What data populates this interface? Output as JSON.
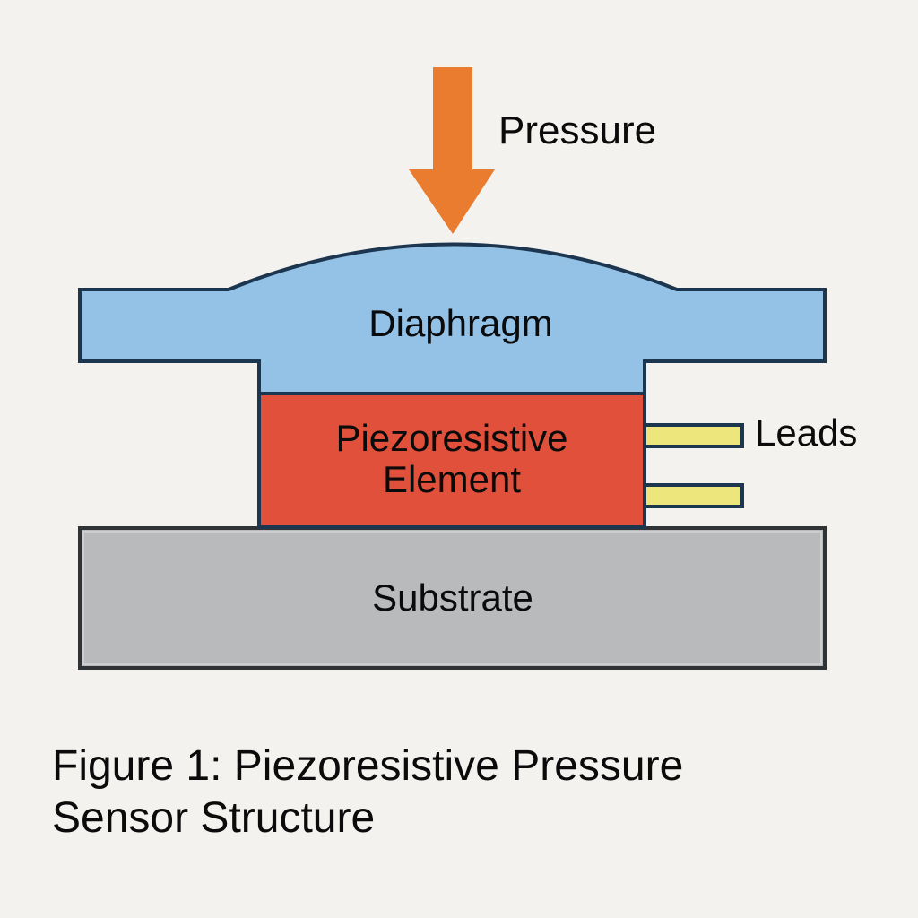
{
  "figure": {
    "caption_line1": "Figure 1: Piezoresistive Pressure",
    "caption_line2": "Sensor Structure",
    "caption_full": "Figure 1: Piezoresistive Pressure Sensor Structure"
  },
  "labels": {
    "pressure": "Pressure",
    "diaphragm": "Diaphragm",
    "piezo_line1": "Piezoresistive",
    "piezo_line2": "Element",
    "leads": "Leads",
    "substrate": "Substrate"
  },
  "components": [
    {
      "id": "pressure-arrow",
      "name": "Pressure",
      "icon": "arrow-down-icon",
      "color": "#e97c2e"
    },
    {
      "id": "diaphragm",
      "name": "Diaphragm",
      "color": "#94c2e6"
    },
    {
      "id": "piezoresistive-element",
      "name": "Piezoresistive Element",
      "color": "#e1503a"
    },
    {
      "id": "leads",
      "name": "Leads",
      "count": 2,
      "color": "#ece67c"
    },
    {
      "id": "substrate",
      "name": "Substrate",
      "color": "#b9babc"
    }
  ],
  "colors": {
    "background": "#f3f2ef",
    "outline": "#1c3650",
    "substrate_outline": "#2f3336",
    "text": "#0b0b0b"
  }
}
